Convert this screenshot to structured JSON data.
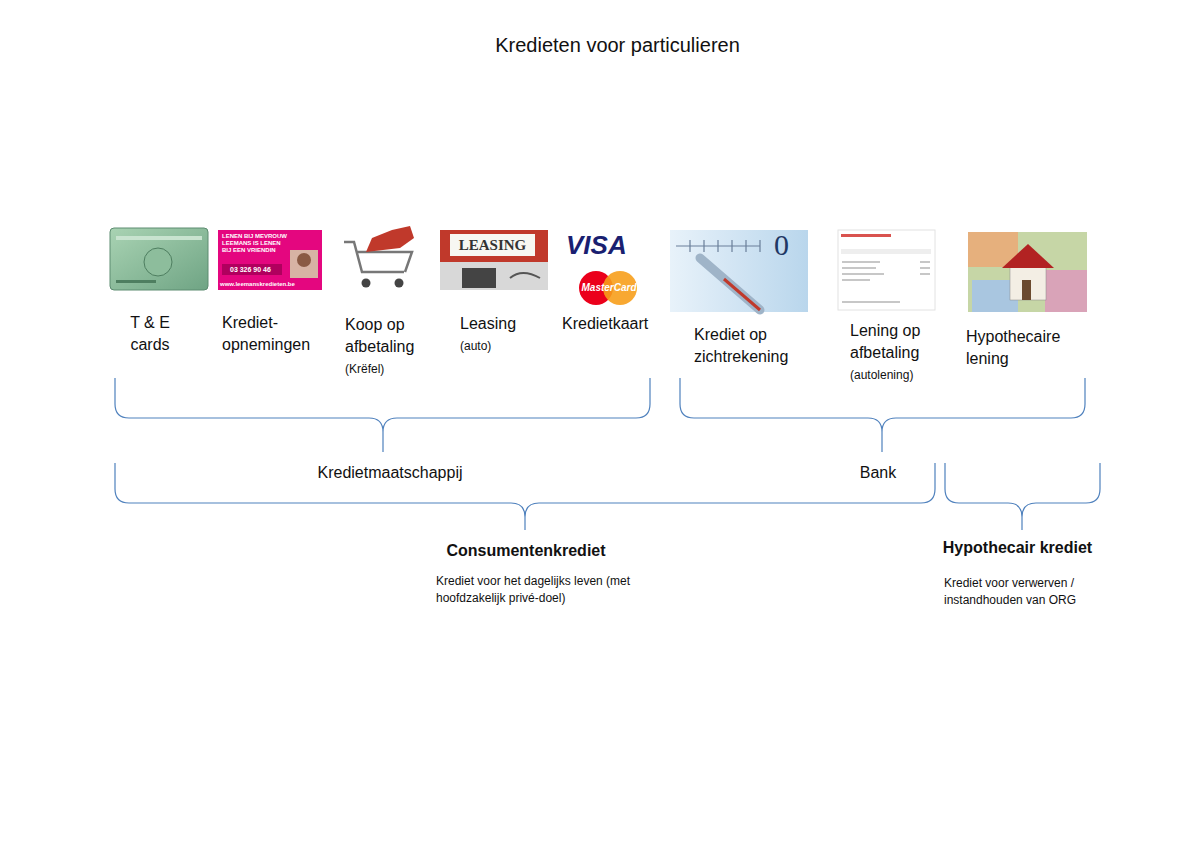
{
  "diagram": {
    "title": "Kredieten voor particulieren",
    "nodes": [
      {
        "text": [
          "T & E cards"
        ]
      },
      {
        "text": [
          "Krediet- opnemingen"
        ]
      },
      {
        "text": [
          "Koop op afbetaling",
          "(Krëfel)"
        ]
      },
      {
        "text": [
          "Leasing",
          "(auto)"
        ]
      },
      {
        "text": [
          "Kredietkaart"
        ]
      },
      {
        "text": [
          "Krediet op zichtrekening"
        ]
      },
      {
        "text": [
          "Lening op afbetaling",
          "(autolening)"
        ]
      },
      {
        "text": [
          "Hypothecaire lening"
        ]
      }
    ],
    "labels": [
      "LENEN BIJ MEVROUW LEEMANS IS LENEN BIJ EEN VRIENDIN",
      "03 326 90 46",
      "www.leemanskredieten.be",
      "LEASING",
      "VISA",
      "MasterCard",
      "0",
      "Kredietmaatschappij",
      "Bank",
      "Consumentenkrediet",
      "Krediet voor het dagelijks leven (met hoofdzakelijk privé-doel)",
      "Hypothecair krediet",
      "Krediet voor verwerven / instandhouden van ORG"
    ]
  }
}
